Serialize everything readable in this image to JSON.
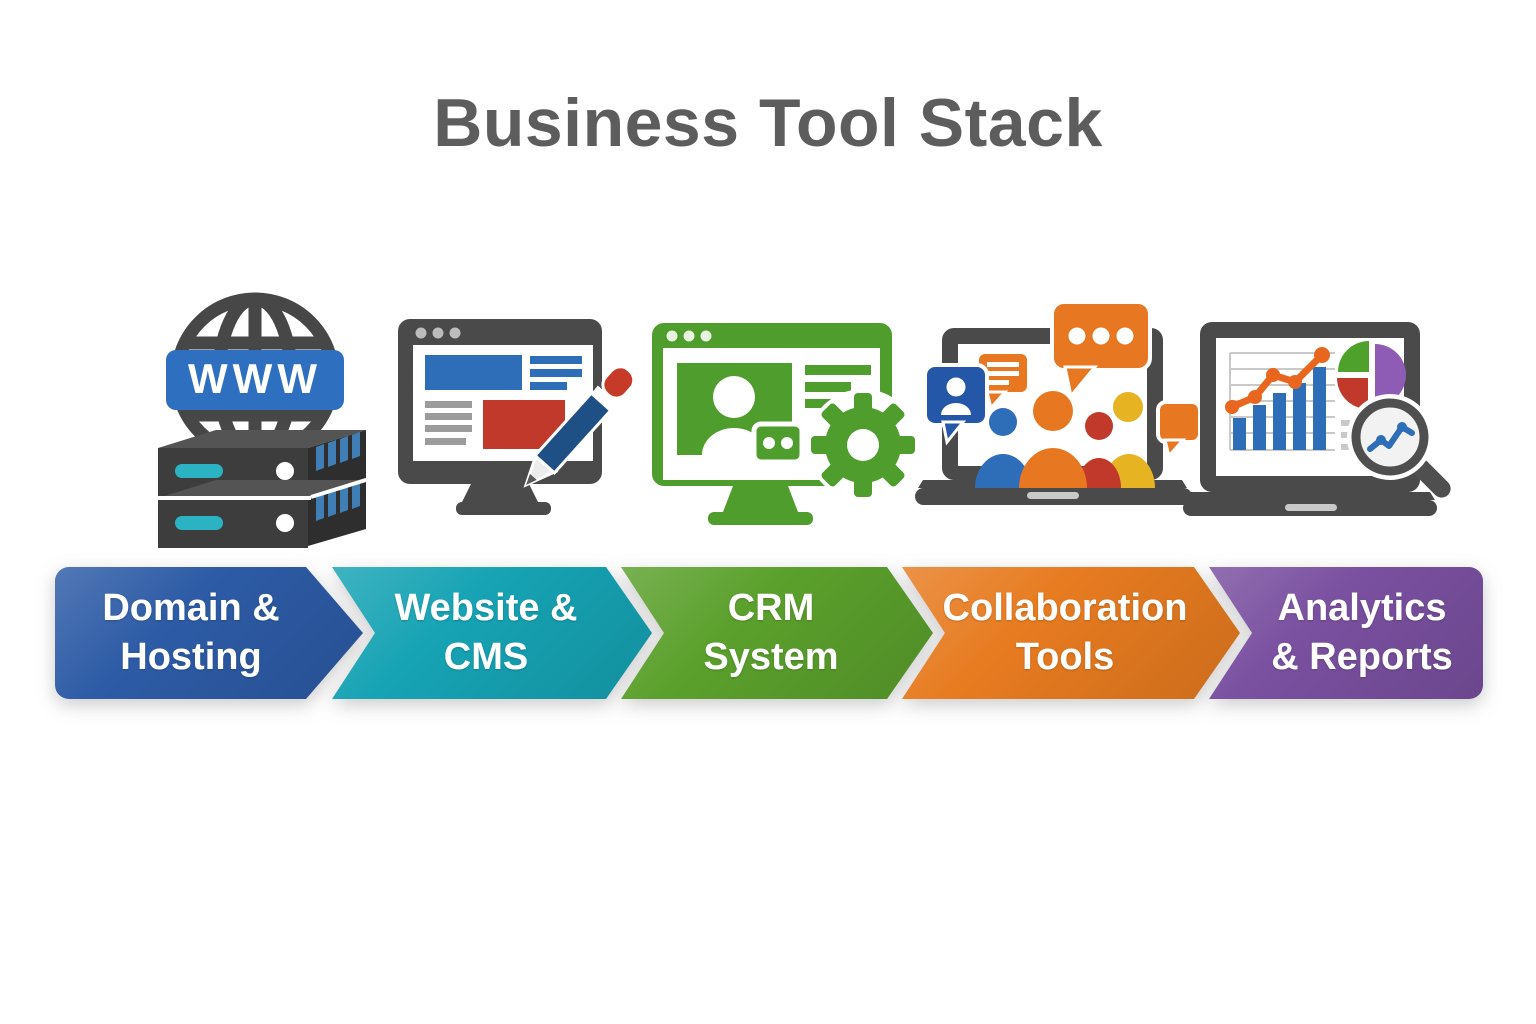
{
  "title": "Business Tool Stack",
  "stages": [
    {
      "id": "domain-hosting",
      "label_line1": "Domain &",
      "label_line2": "Hosting",
      "color": "#2d5ba6",
      "icon": "globe-www-server-icon"
    },
    {
      "id": "website-cms",
      "label_line1": "Website &",
      "label_line2": "CMS",
      "color": "#16a3b4",
      "icon": "monitor-pencil-icon"
    },
    {
      "id": "crm-system",
      "label_line1": "CRM",
      "label_line2": "System",
      "color": "#5ba02c",
      "icon": "monitor-contact-gear-icon"
    },
    {
      "id": "collaboration-tools",
      "label_line1": "Collaboration",
      "label_line2": "Tools",
      "color": "#e77b20",
      "icon": "laptop-people-chat-icon"
    },
    {
      "id": "analytics-reports",
      "label_line1": "Analytics",
      "label_line2": "& Reports",
      "color": "#7a50a0",
      "icon": "laptop-charts-magnifier-icon"
    }
  ],
  "icon_labels": {
    "www_badge": "WWW"
  },
  "palette": {
    "title_text": "#5d5d5d",
    "icon_dark_gray": "#474747",
    "icon_blue": "#2e6fc0",
    "icon_navy": "#1e4f85",
    "icon_red": "#c0392b",
    "icon_teal": "#2bb3c4",
    "icon_green": "#4e9d2d",
    "icon_orange": "#e87722",
    "icon_yellow": "#e6b323",
    "icon_purple": "#8e5bb5",
    "chart_bar_blue": "#2e6db8",
    "label_text": "#ffffff"
  }
}
